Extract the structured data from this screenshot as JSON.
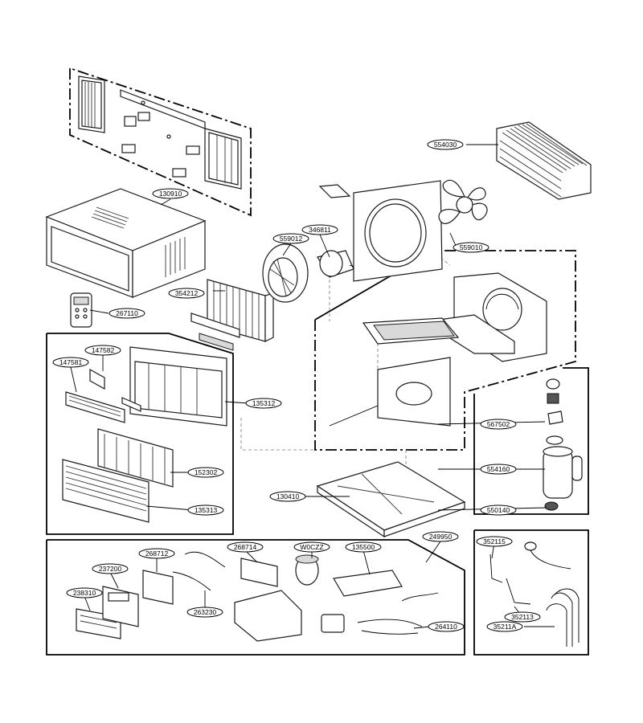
{
  "diagram": {
    "callouts": {
      "c554030": "554030",
      "c130910": "130910",
      "c346811": "346811",
      "c559012": "559012",
      "c559010": "559010",
      "c354212": "354212",
      "c267110": "267110",
      "c147582": "147582",
      "c147581": "147581",
      "c135312": "135312",
      "c567502": "567502",
      "c554160": "554160",
      "c550140": "550140",
      "c152302": "152302",
      "c135313": "135313",
      "c130410": "130410",
      "c249950": "249950",
      "c268714": "268714",
      "cW0CZZ": "W0CZZ",
      "c135500": "135500",
      "c268712": "268712",
      "c237200": "237200",
      "c238310": "238310",
      "c263230": "263230",
      "c264110": "264110",
      "c352115": "352115",
      "c352113": "352113",
      "c35211A": "35211A"
    }
  }
}
